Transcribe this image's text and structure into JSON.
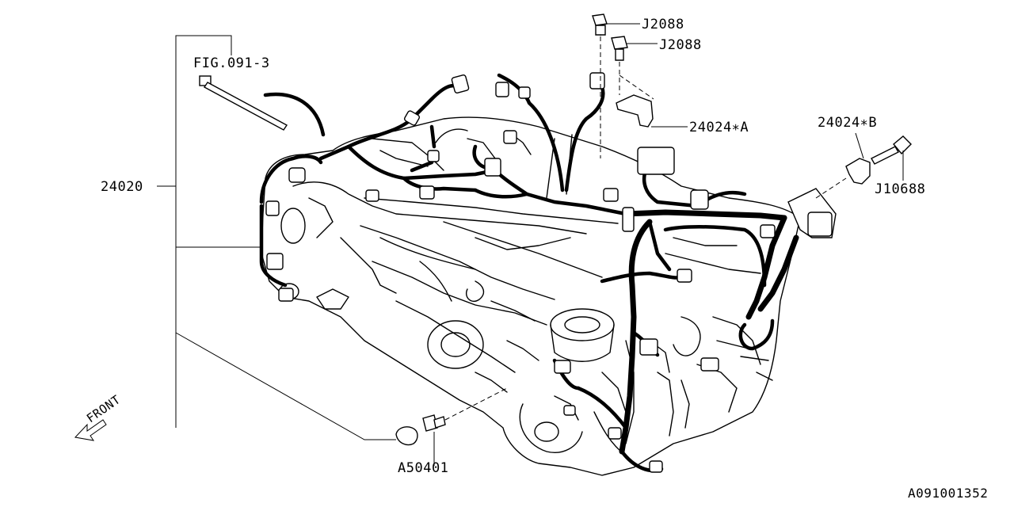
{
  "diagram": {
    "callouts": {
      "harness_part": "24020",
      "fig_ref": "FIG.091-3",
      "bolt_upper": "J2088",
      "bolt_lower": "J2088",
      "bracket_a": "24024∗A",
      "bracket_b": "24024∗B",
      "bolt_right": "J10688",
      "ground_bolt": "A50401",
      "front_marker": "FRONT"
    },
    "figure_id": "A091001352"
  }
}
